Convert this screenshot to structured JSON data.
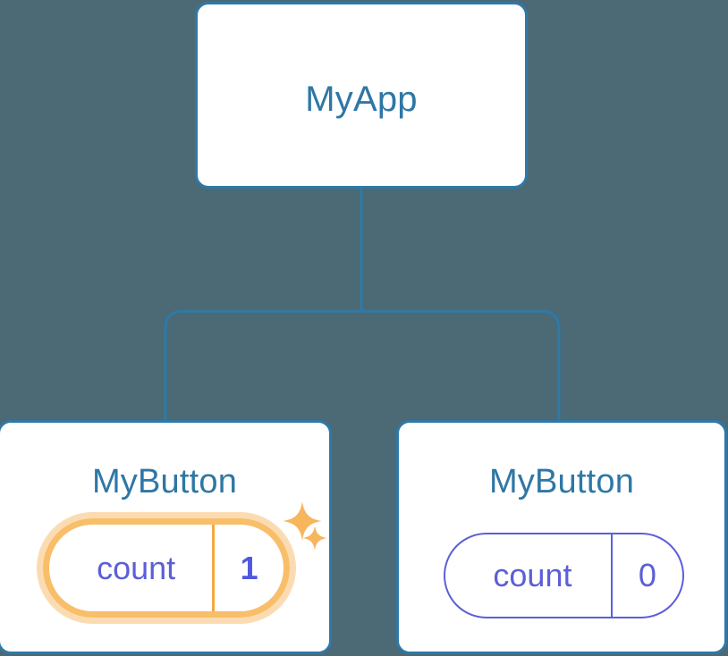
{
  "diagram": {
    "type": "component-tree",
    "background_color": "#4b6a75",
    "node_border_color": "#2e79a8",
    "node_title_color": "#2e77a5",
    "state_color": "#5c5fd6",
    "highlight_color": "#f9be69",
    "highlight_glow_color": "#fbdcb2",
    "connector_color": "#2e79a8"
  },
  "root": {
    "title": "MyApp"
  },
  "children": [
    {
      "title": "MyButton",
      "state": {
        "key": "count",
        "value": "1"
      },
      "highlighted": true,
      "sparkles": [
        "sparkle-icon-large",
        "sparkle-icon-small"
      ]
    },
    {
      "title": "MyButton",
      "state": {
        "key": "count",
        "value": "0"
      },
      "highlighted": false,
      "sparkles": []
    }
  ]
}
